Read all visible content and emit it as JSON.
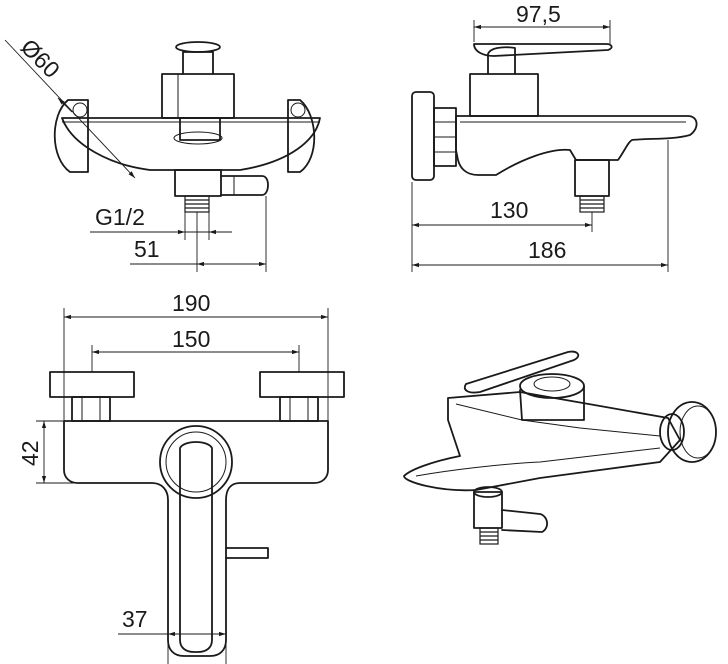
{
  "dimensions": {
    "front_diameter": "Ø60",
    "thread": "G1/2",
    "front_offset": "51",
    "side_handle_width": "97,5",
    "side_outlet_projection": "130",
    "side_total_depth": "186",
    "bottom_total_width": "190",
    "bottom_center_distance": "150",
    "bottom_body_height": "42",
    "bottom_handle_width": "37"
  }
}
